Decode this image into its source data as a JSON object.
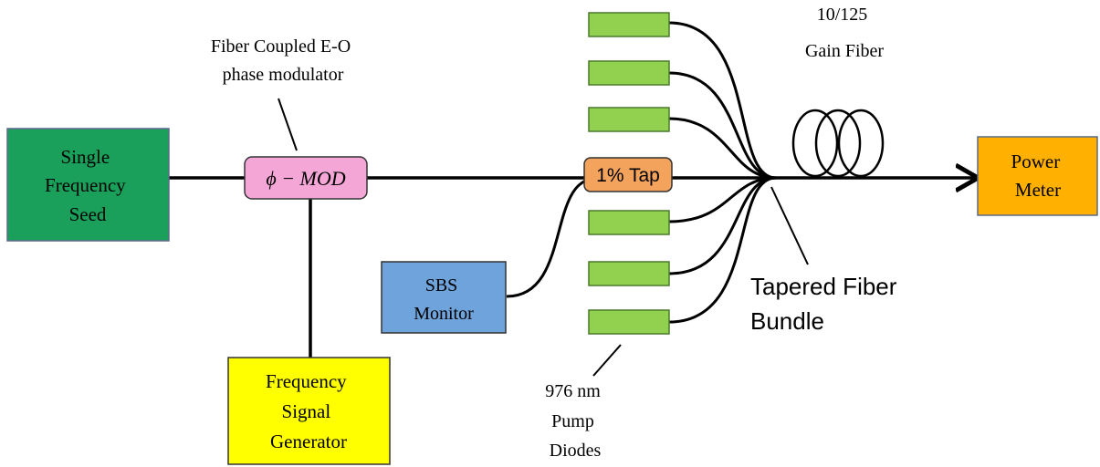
{
  "colors": {
    "seed": "#1aa05a",
    "modulator": "#f4a6d7",
    "tap": "#f4a35c",
    "sbs": "#6fa3dc",
    "generator": "#ffff00",
    "power_meter": "#ffb000",
    "pump_diode": "#92d050",
    "line": "#000000"
  },
  "labels": {
    "seed": [
      "Single",
      "Frequency",
      "Seed"
    ],
    "modulator_caption": [
      "Fiber Coupled E-O",
      "phase modulator"
    ],
    "modulator": "ϕ − MOD",
    "tap": "1% Tap",
    "sbs": [
      "SBS",
      "Monitor"
    ],
    "generator": [
      "Frequency",
      "Signal",
      "Generator"
    ],
    "power_meter": [
      "Power",
      "Meter"
    ],
    "gain_fiber": [
      "10/125",
      "Gain Fiber"
    ],
    "bundle": [
      "Tapered Fiber",
      "Bundle"
    ],
    "pump": [
      "976 nm",
      "Pump",
      "Diodes"
    ]
  },
  "pump_diodes": [
    "diode-1",
    "diode-2",
    "diode-3",
    "diode-4",
    "diode-5",
    "diode-6"
  ]
}
